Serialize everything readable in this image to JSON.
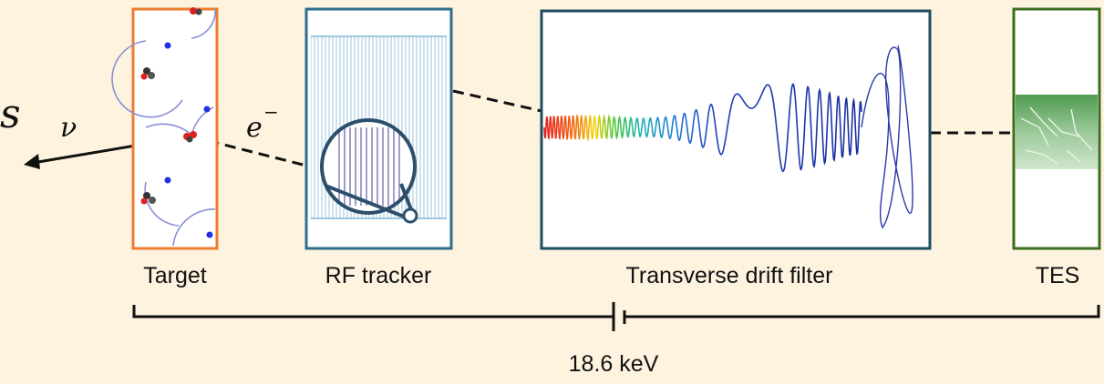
{
  "symbols": {
    "left_letter": "s",
    "neutrino": "ν",
    "electron_base": "e",
    "electron_sup": "−"
  },
  "components": [
    {
      "id": "target",
      "label": "Target",
      "border_color": "#ed7d31"
    },
    {
      "id": "rf-tracker",
      "label": "RF tracker",
      "border_color": "#2e6e8e"
    },
    {
      "id": "drift-filter",
      "label": "Transverse drift filter",
      "border_color": "#1f4e63"
    },
    {
      "id": "tes",
      "label": "TES",
      "border_color": "#3a6e1f"
    }
  ],
  "voltage": {
    "label": "18.6 keV"
  },
  "colors": {
    "background": "#fdf3df",
    "orbit": "#8a90d8",
    "hydrogen": "#2030e0",
    "tritium_red": "#e02020",
    "trace_blue": "#1b3fb0"
  }
}
